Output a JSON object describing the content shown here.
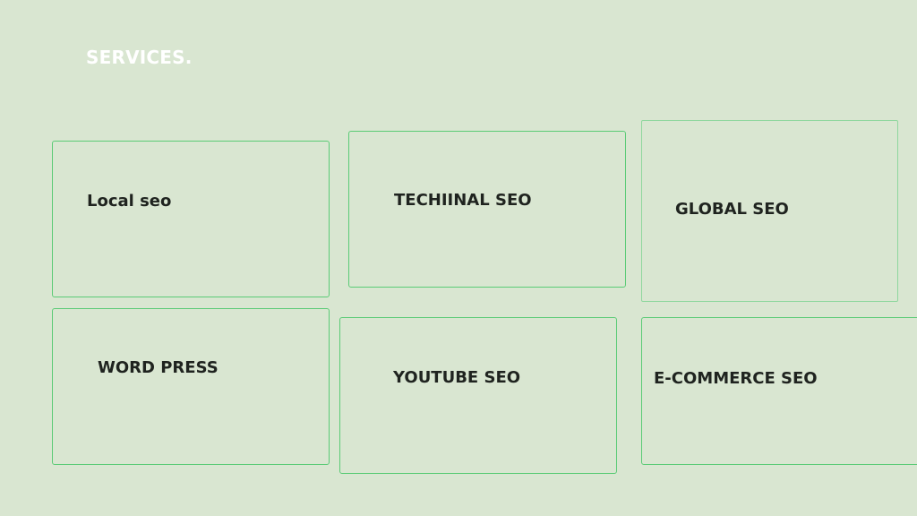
{
  "page": {
    "title": "SERVICES."
  },
  "services": [
    {
      "label": "Local seo"
    },
    {
      "label": "TECHIINAL SEO"
    },
    {
      "label": "GLOBAL SEO"
    },
    {
      "label": "WORD PRESS"
    },
    {
      "label": "YOUTUBE SEO"
    },
    {
      "label": "E-COMMERCE SEO"
    }
  ]
}
